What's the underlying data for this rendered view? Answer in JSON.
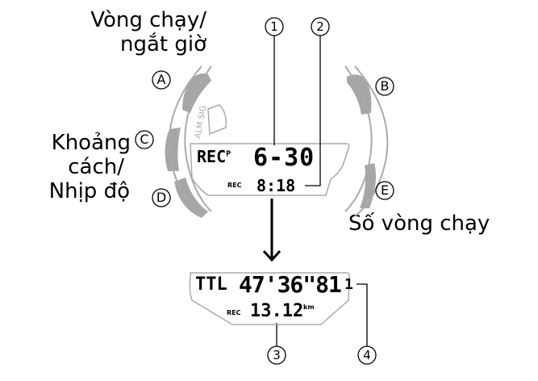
{
  "labels": {
    "lap_split": [
      "Vòng chạy/",
      "ngắt giờ"
    ],
    "distance_pace": [
      "Khoảng",
      "cách/",
      "Nhịp độ"
    ],
    "lap_count": "Số vòng chạy"
  },
  "buttons": {
    "a": "A",
    "b": "B",
    "c": "C",
    "d": "D",
    "e": "E"
  },
  "callouts": [
    "1",
    "2",
    "3",
    "4"
  ],
  "watch": {
    "bezel_text": "ALM SIG",
    "top_display": {
      "mode": "REC",
      "mode_sup": "P",
      "main": "6-30",
      "sub_label": "REC",
      "sub": "8:18"
    }
  },
  "bottom_display": {
    "mode": "TTL",
    "main": "47'36\"81",
    "lap": "1",
    "sub_label": "REC",
    "sub": "13.12",
    "unit": "km"
  },
  "colors": {
    "bezel": "#aaaaaa",
    "button": "#a6a6a6",
    "ink": "#000000"
  }
}
